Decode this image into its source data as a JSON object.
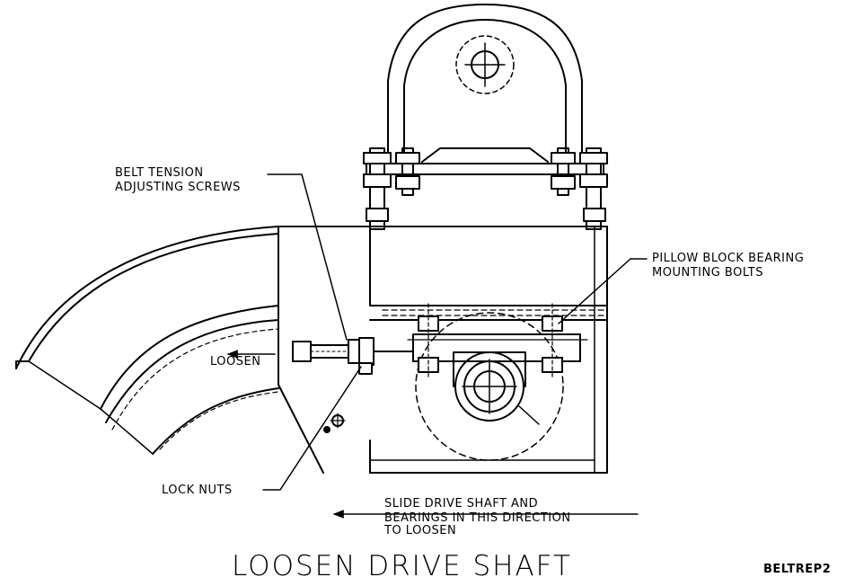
{
  "labels": {
    "belt_tension_1": "BELT TENSION",
    "belt_tension_2": "ADJUSTING SCREWS",
    "pillow_block_1": "PILLOW BLOCK BEARING",
    "pillow_block_2": "MOUNTING BOLTS",
    "loosen": "LOOSEN",
    "lock_nuts": "LOCK NUTS",
    "slide_1": "SLIDE DRIVE SHAFT AND",
    "slide_2": "BEARINGS IN THIS DIRECTION",
    "slide_3": "TO LOOSEN"
  },
  "title": "LOOSEN DRIVE SHAFT",
  "drawing_code": "BELTREP2"
}
